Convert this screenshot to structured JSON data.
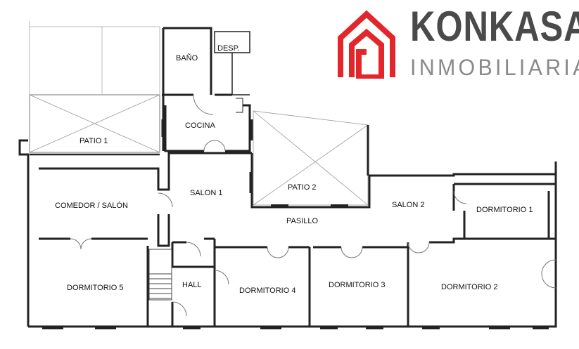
{
  "brand": {
    "name": "KONKASA",
    "subtitle": "INMOBILIARIA",
    "accent_color": "#e3262b",
    "text_color": "#4a4a4a",
    "logo_icon": "house-icon"
  },
  "rooms": {
    "bano": "BAÑO",
    "desp": "DESP.",
    "cocina": "COCINA",
    "patio1": "PATIO 1",
    "patio2": "PATIO 2",
    "salon1": "SALON 1",
    "salon2": "SALON 2",
    "comedor": "COMEDOR / SALÓN",
    "pasillo": "PASILLO",
    "dormitorio1": "DORMITORIO 1",
    "dormitorio2": "DORMITORIO 2",
    "dormitorio3": "DORMITORIO 3",
    "dormitorio4": "DORMITORIO 4",
    "dormitorio5": "DORMITORIO 5",
    "hall": "HALL"
  }
}
